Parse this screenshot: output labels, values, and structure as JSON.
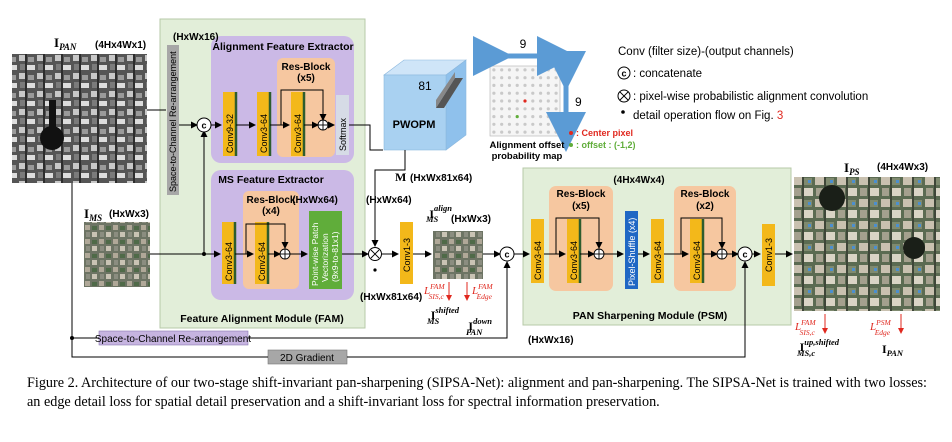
{
  "inputs": {
    "pan": {
      "name": "I",
      "sub": "PAN",
      "dims": "(4Hx4Wx1)"
    },
    "ms": {
      "name": "I",
      "sub": "MS",
      "dims": "(HxWx3)"
    },
    "dims_hxwx16_top": "(HxWx16)"
  },
  "s2c_top": "Space-to-Channel Re-arrangement",
  "s2c_bottom": "Space-to-Channel Re-arrangement",
  "gradient": "2D Gradient",
  "concat_symbol": "c",
  "mult_symbol": "×",
  "afe": {
    "title": "Alignment Feature Extractor",
    "res_title": "Res-Block",
    "res_count": "(x5)",
    "conv1": "Conv9-32",
    "conv2": "Conv3-64",
    "conv3": "Conv3-64",
    "softmax": "Softmax"
  },
  "mfe": {
    "title": "MS Feature Extractor",
    "res_title": "Res-Block",
    "res_count": "(x4)",
    "conv1": "Conv3-64",
    "conv2": "Conv3-64",
    "dims": "(HxWx64)",
    "patch": [
      "Point-wise Patch",
      "Vectorization",
      "(9x9-to-81x1)"
    ]
  },
  "fam": {
    "title": "Feature Alignment Module (FAM)",
    "conv": "Conv1-3",
    "dims_64": "(HxWx64)",
    "dims_81x64": "(HxWx81x64)"
  },
  "pwopm": {
    "label": "PWOPM",
    "depth": "81"
  },
  "m_label": {
    "name": "M",
    "dims": "(HxWx81x64)"
  },
  "offset_map": {
    "width": "9",
    "height": "9",
    "caption": [
      "Alignment offset",
      "probability map"
    ],
    "center_label": ": Center pixel",
    "offset_label": ": offset : (-1,2)"
  },
  "align_out": {
    "name": "I",
    "sup": "align",
    "sub": "MS",
    "dims": "(HxWx3)"
  },
  "shifted": {
    "name": "I",
    "sup": "shifted",
    "sub": "MS"
  },
  "down_pan": {
    "name": "I",
    "sup": "down",
    "sub": "PAN"
  },
  "losses_fam": {
    "l1_sup": "FAM",
    "l1_sub": "SIS,c",
    "l2_sup": "FAM",
    "l2_sub": "Edge"
  },
  "psm": {
    "title": "PAN Sharpening Module (PSM)",
    "res1_title": "Res-Block",
    "res1_count": "(x5)",
    "res2_title": "Res-Block",
    "res2_count": "(x2)",
    "conv_a": "Conv3-64",
    "conv_b": "Conv3-64",
    "pixel_shuffle": "Pixel-Shuffle (x4)",
    "dims_ps": "(4Hx4Wx4)",
    "conv_c": "Conv3-64",
    "conv_d": "Conv3-64",
    "conv_out": "Conv1-3",
    "dims_16": "(HxWx16)"
  },
  "output": {
    "name": "I",
    "sub": "PS",
    "dims": "(4Hx4Wx3)"
  },
  "losses_psm": {
    "l1_sup": "FAM",
    "l1_sub": "SIS,c",
    "l2_sup": "PSM",
    "l2_sub": "Edge"
  },
  "up_shifted": {
    "name": "I",
    "sup": "up,shifted",
    "sub": "MS,c"
  },
  "pan_out": {
    "name": "I",
    "sub": "PAN"
  },
  "legend": {
    "conv": "Conv (filter size)-(output channels)",
    "concat": ":  concatenate",
    "mult": ":  pixel-wise probabilistic alignment convolution",
    "detail_prefix": "detail operation flow on Fig. ",
    "detail_ref": "3"
  },
  "caption": "Figure 2. Architecture of our two-stage shift-invariant pan-sharpening (SIPSA-Net): alignment and pan-sharpening. The SIPSA-Net is trained with two losses: an edge detail loss for spatial detail preservation and a shift-invariant loss for spectral information preservation.",
  "colors": {
    "module_bg": "#e2eed9",
    "purple": "#cbb9e6",
    "res_bg": "#f6c7a0",
    "conv": "#f3b81a",
    "softmax": "#d6dbe6",
    "green": "#60ad3a",
    "pixel_shuffle": "#1f67c4",
    "pwopm": "#a9d1f1",
    "s2c": "#c6b4e0",
    "gradient": "#a7a7a7",
    "red": "#e0281f"
  }
}
